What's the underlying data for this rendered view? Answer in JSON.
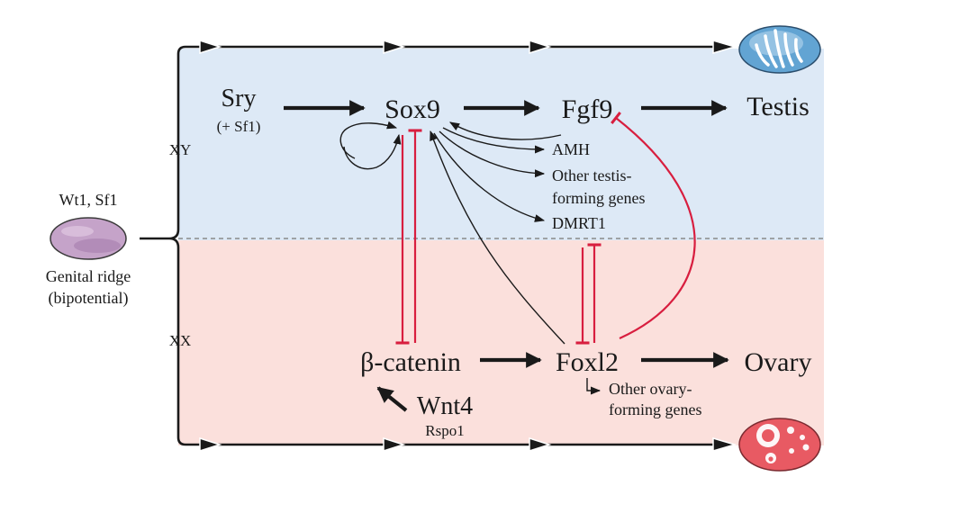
{
  "branches": {
    "upper": "XY",
    "lower": "XX"
  },
  "origin": {
    "factors": "Wt1, Sf1",
    "label_line1": "Genital ridge",
    "label_line2": "(bipotential)"
  },
  "nodes": {
    "sry": "Sry",
    "sry_note": "(+ Sf1)",
    "sox9": "Sox9",
    "fgf9": "Fgf9",
    "testis": "Testis",
    "amh": "AMH",
    "other_testis_line1": "Other testis-",
    "other_testis_line2": "forming genes",
    "dmrt1": "DMRT1",
    "beta_catenin": "β-catenin",
    "wnt4": "Wnt4",
    "rspo1": "Rspo1",
    "foxl2": "Foxl2",
    "ovary": "Ovary",
    "other_ovary_line1": "Other ovary-",
    "other_ovary_line2": "forming genes"
  },
  "colors": {
    "xy_region": "#dde9f6",
    "xx_region": "#fbe0dc",
    "inhibition": "#d81e3f",
    "activation": "#1a1a1a",
    "genital_ridge": "#c5a3c9",
    "testis_icon": "#62a4d3",
    "ovary_icon": "#e85a63"
  }
}
